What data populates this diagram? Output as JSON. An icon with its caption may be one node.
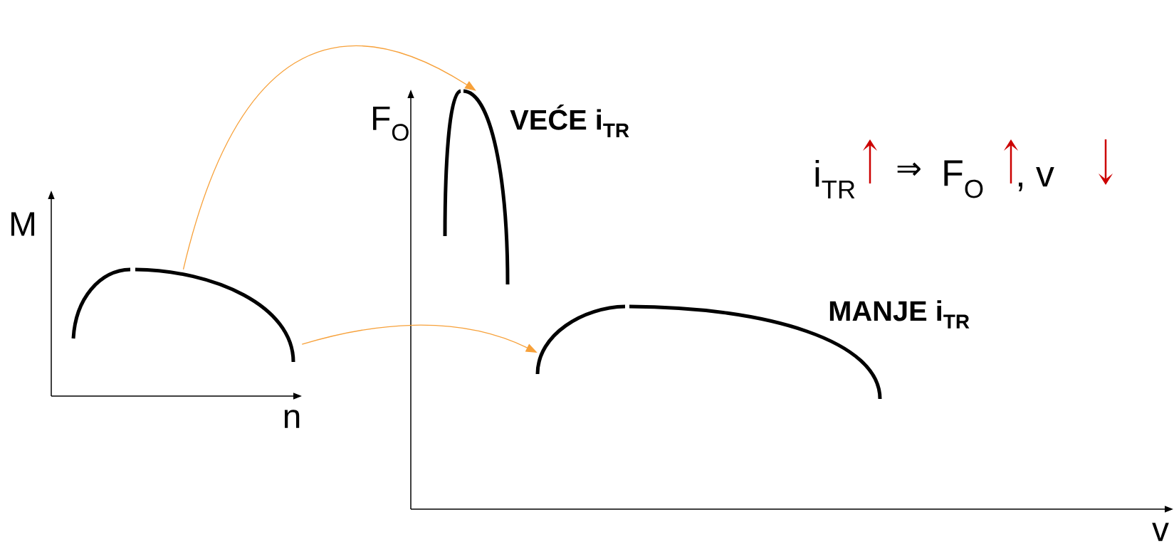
{
  "diagram": {
    "nodes": [
      {
        "text": [],
        "shape": "curve"
      },
      {
        "text": [],
        "shape": "curve"
      },
      {
        "text": [],
        "shape": "curve"
      }
    ],
    "edges": [
      {
        "from": 0,
        "to": 1,
        "arrow": "to"
      },
      {
        "from": 0,
        "to": 2,
        "arrow": "to"
      }
    ],
    "labels": [
      "M",
      "n",
      "F$_{O}$",
      "v",
      "VEĆE i$_{TR}$",
      "MANJE i$_{TR}$",
      "i$_{TR}$",
      "⇒",
      "F$_{O}$",
      ", v"
    ]
  }
}
